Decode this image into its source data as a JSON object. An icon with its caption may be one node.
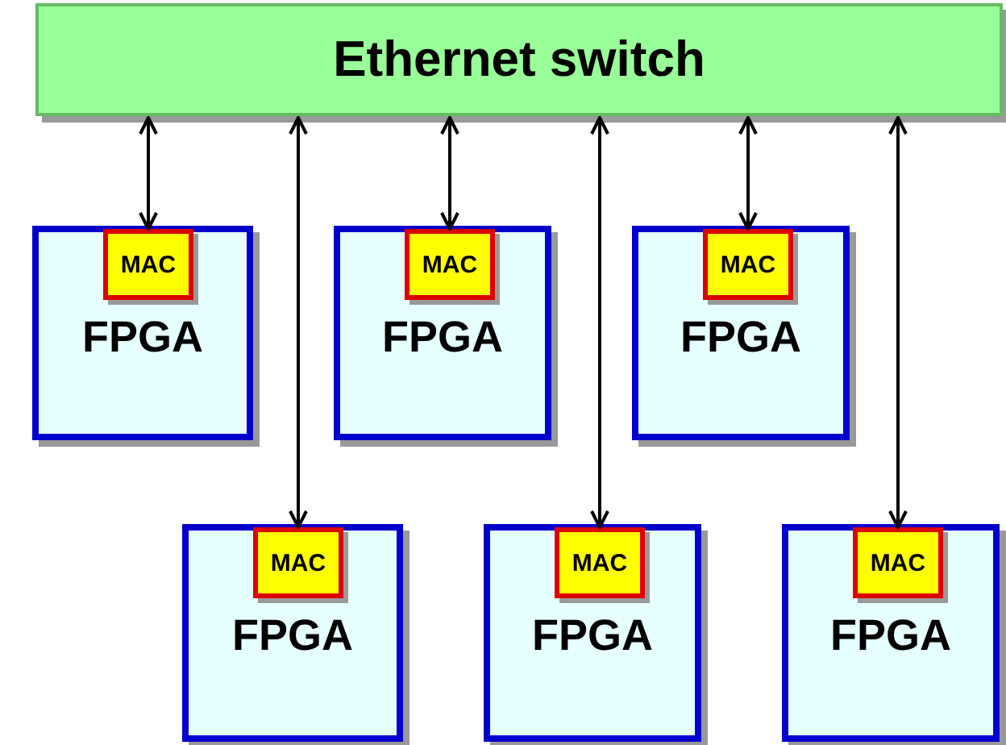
{
  "diagram": {
    "nodes": [
      {
        "text": [
          "Ethernet switch"
        ]
      },
      {
        "text": [
          "FPGA"
        ]
      },
      {
        "text": [
          "MAC"
        ],
        "in": 1
      },
      {
        "text": [
          "FPGA"
        ]
      },
      {
        "text": [
          "MAC"
        ],
        "in": 3
      },
      {
        "text": [
          "FPGA"
        ]
      },
      {
        "text": [
          "MAC"
        ],
        "in": 5
      },
      {
        "text": [
          "FPGA"
        ]
      },
      {
        "text": [
          "MAC"
        ],
        "in": 7
      },
      {
        "text": [
          "FPGA"
        ]
      },
      {
        "text": [
          "MAC"
        ],
        "in": 9
      },
      {
        "text": [
          "FPGA"
        ]
      },
      {
        "text": [
          "MAC"
        ],
        "in": 11
      }
    ],
    "edges": [
      {
        "from": 0,
        "to": 2,
        "arrow": "both"
      },
      {
        "from": 0,
        "to": 8,
        "arrow": "both"
      },
      {
        "from": 0,
        "to": 4,
        "arrow": "both"
      },
      {
        "from": 0,
        "to": 10,
        "arrow": "both"
      },
      {
        "from": 0,
        "to": 6,
        "arrow": "both"
      },
      {
        "from": 0,
        "to": 12,
        "arrow": "both"
      }
    ]
  }
}
